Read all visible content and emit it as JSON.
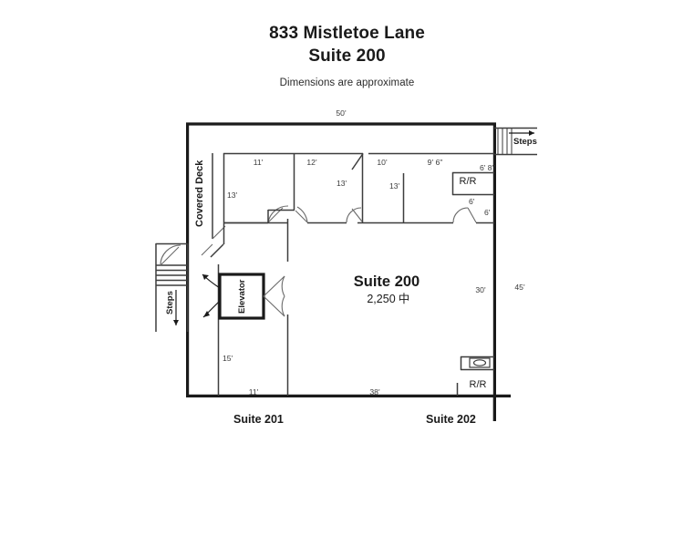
{
  "header": {
    "address_line": "833 Mistletoe Lane",
    "suite_line": "Suite 200",
    "disclaimer": "Dimensions are approximate"
  },
  "plan": {
    "overall": {
      "top_width": "50'",
      "right_depth_interior": "30'",
      "right_depth_overall": "45'",
      "bottom_width": "38'"
    },
    "main_space": {
      "name": "Suite 200",
      "area": "2,250",
      "area_unit_glyph": "中"
    },
    "rooms": [
      {
        "id": "room-1",
        "width": "11'",
        "depth": "13'"
      },
      {
        "id": "room-2",
        "width": "12'",
        "depth": "13'"
      },
      {
        "id": "room-3",
        "width": "10'",
        "depth": "13'"
      },
      {
        "id": "room-4",
        "width": "9' 6\"",
        "depth": "13'"
      }
    ],
    "restroom_top": {
      "label": "R/R",
      "dim_a": "6' 8\"",
      "dim_b": "6'",
      "dim_c": "6'"
    },
    "restroom_bottom": {
      "label": "R/R"
    },
    "elevator": {
      "label": "Elevator"
    },
    "covered_deck": {
      "label": "Covered Deck"
    },
    "steps_right": {
      "label": "Steps"
    },
    "steps_left": {
      "label": "Steps"
    },
    "lower_left": {
      "depth": "15'",
      "width": "11'"
    },
    "neighbors": {
      "left": "Suite 201",
      "right": "Suite 202"
    }
  },
  "colors": {
    "wall": "#1a1a1a",
    "partition": "#3d3d3d",
    "dimension_text": "#3a3a3a",
    "background": "#ffffff"
  }
}
